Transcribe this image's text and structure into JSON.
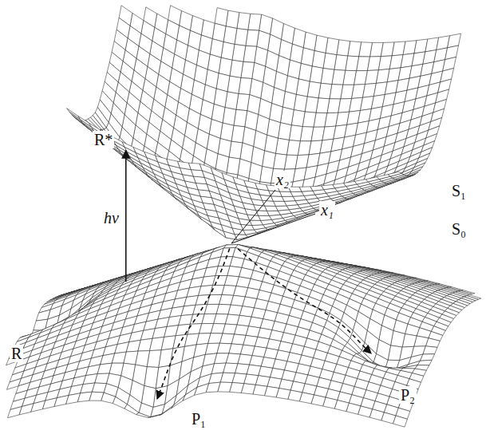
{
  "diagram": {
    "labels": [
      "S₁",
      "R*",
      "hν",
      "x₂",
      "x₁",
      "S₀",
      "R",
      "P₁",
      "P₂"
    ]
  }
}
